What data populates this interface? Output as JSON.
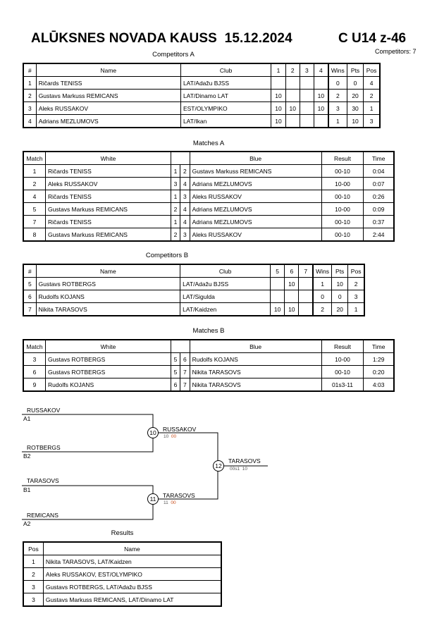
{
  "header": {
    "title": "ALŪKSNES NOVADA KAUSS  15.12.2024",
    "category": "C U14 z-46",
    "competitors_count": "Competitors: 7"
  },
  "competitors_a": {
    "title": "Competitors A",
    "headers": [
      "#",
      "Name",
      "Club",
      "1",
      "2",
      "3",
      "4",
      "Wins",
      "Pts",
      "Pos"
    ],
    "rows": [
      [
        "1",
        "Ričards TENISS",
        "LAT/Adažu BJSS",
        "",
        "",
        "",
        "",
        "0",
        "0",
        "4"
      ],
      [
        "2",
        "Gustavs Markuss REMICANS",
        "LAT/Dinamo LAT",
        "10",
        "",
        "",
        "10",
        "2",
        "20",
        "2"
      ],
      [
        "3",
        "Aleks RUSSAKOV",
        "EST/OLYMPIKO",
        "10",
        "10",
        "",
        "10",
        "3",
        "30",
        "1"
      ],
      [
        "4",
        "Adrians MEZLUMOVS",
        "LAT/Ikan",
        "10",
        "",
        "",
        "",
        "1",
        "10",
        "3"
      ]
    ]
  },
  "matches_a": {
    "title": "Matches A",
    "headers": [
      "Match",
      "White",
      "Blue",
      "Result",
      "Time"
    ],
    "rows": [
      [
        "1",
        "Ričards TENISS",
        "1",
        "2",
        "Gustavs Markuss REMICANS",
        "00-10",
        "0:04"
      ],
      [
        "2",
        "Aleks RUSSAKOV",
        "3",
        "4",
        "Adrians MEZLUMOVS",
        "10-00",
        "0:07"
      ],
      [
        "4",
        "Ričards TENISS",
        "1",
        "3",
        "Aleks RUSSAKOV",
        "00-10",
        "0:26"
      ],
      [
        "5",
        "Gustavs Markuss REMICANS",
        "2",
        "4",
        "Adrians MEZLUMOVS",
        "10-00",
        "0:09"
      ],
      [
        "7",
        "Ričards TENISS",
        "1",
        "4",
        "Adrians MEZLUMOVS",
        "00-10",
        "0:37"
      ],
      [
        "8",
        "Gustavs Markuss REMICANS",
        "2",
        "3",
        "Aleks RUSSAKOV",
        "00-10",
        "2:44"
      ]
    ]
  },
  "competitors_b": {
    "title": "Competitors B",
    "headers": [
      "#",
      "Name",
      "Club",
      "5",
      "6",
      "7",
      "Wins",
      "Pts",
      "Pos"
    ],
    "rows": [
      [
        "5",
        "Gustavs ROTBERGS",
        "LAT/Adažu BJSS",
        "",
        "10",
        "",
        "1",
        "10",
        "2"
      ],
      [
        "6",
        "Rudolfs KOJANS",
        "LAT/Sigulda",
        "",
        "",
        "",
        "0",
        "0",
        "3"
      ],
      [
        "7",
        "Nikita TARASOVS",
        "LAT/Kaidzen",
        "10",
        "10",
        "",
        "2",
        "20",
        "1"
      ]
    ]
  },
  "matches_b": {
    "title": "Matches B",
    "headers": [
      "Match",
      "White",
      "Blue",
      "Result",
      "Time"
    ],
    "rows": [
      [
        "3",
        "Gustavs ROTBERGS",
        "5",
        "6",
        "Rudolfs KOJANS",
        "10-00",
        "1:29"
      ],
      [
        "6",
        "Gustavs ROTBERGS",
        "5",
        "7",
        "Nikita TARASOVS",
        "00-10",
        "0:20"
      ],
      [
        "9",
        "Rudolfs KOJANS",
        "6",
        "7",
        "Nikita TARASOVS",
        "01s3-11",
        "4:03"
      ]
    ]
  },
  "bracket": {
    "slots": [
      {
        "name": "RUSSAKOV",
        "seed": "A1"
      },
      {
        "name": "ROTBERGS",
        "seed": "B2"
      },
      {
        "name": "TARASOVS",
        "seed": "B1"
      },
      {
        "name": "REMICANS",
        "seed": "A2"
      }
    ],
    "semis": [
      {
        "match": "10",
        "winner": "RUSSAKOV",
        "score_a": "10",
        "score_b": "00"
      },
      {
        "match": "11",
        "winner": "TARASOVS",
        "score_a": "11",
        "score_b": "00"
      }
    ],
    "final": {
      "match": "12",
      "winner": "TARASOVS",
      "score_a": "00s1",
      "score_b": "10"
    }
  },
  "results": {
    "title": "Results",
    "headers": [
      "Pos",
      "Name"
    ],
    "rows": [
      [
        "1",
        "Nikita TARASOVS, LAT/Kaidzen"
      ],
      [
        "2",
        "Aleks RUSSAKOV, EST/OLYMPIKO"
      ],
      [
        "3",
        "Gustavs ROTBERGS, LAT/Adažu BJSS"
      ],
      [
        "3",
        "Gustavs Markuss REMICANS, LAT/Dinamo LAT"
      ]
    ]
  }
}
